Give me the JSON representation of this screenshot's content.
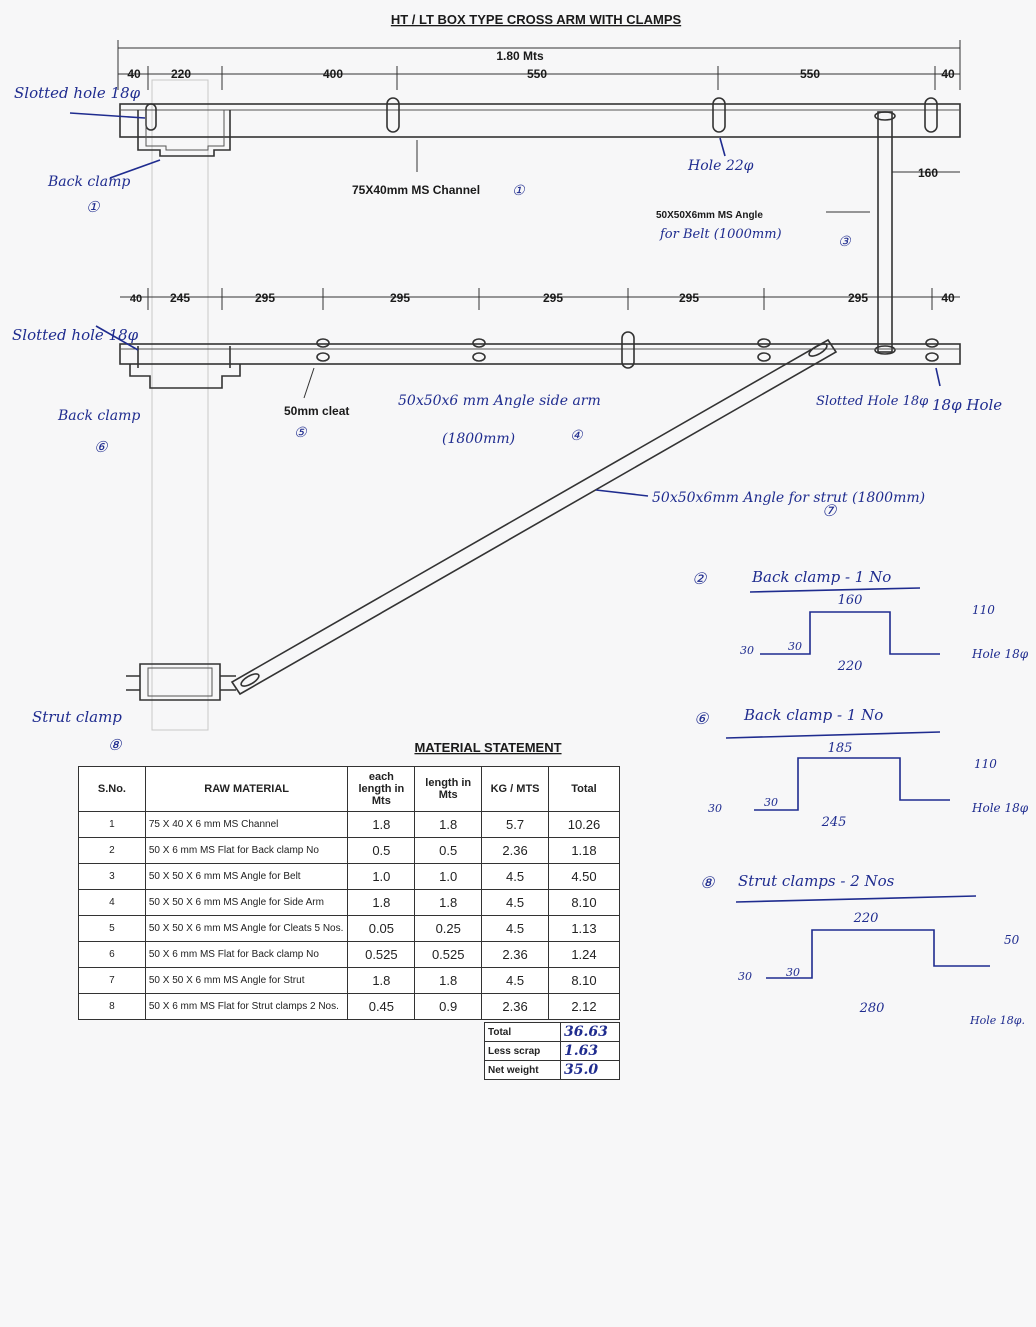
{
  "title": "HT / LT BOX TYPE CROSS ARM WITH CLAMPS",
  "top_arm": {
    "overall": "1.80 Mts",
    "dims": [
      "40",
      "220",
      "400",
      "550",
      "550",
      "40"
    ],
    "hole_label": "Hole 22φ",
    "slotted_label": "Slotted hole 18φ",
    "back_clamp_label": "Back clamp",
    "back_clamp_num": "①",
    "channel_label": "75X40mm MS Channel",
    "channel_num": "①",
    "dim_160": "160",
    "angle_label": "50X50X6mm MS Angle",
    "angle_hand": "for Belt (1000mm)",
    "angle_num": "③"
  },
  "side_arm": {
    "dims": [
      "40",
      "245",
      "295",
      "295",
      "295",
      "295",
      "295",
      "40"
    ],
    "slotted_label": "Slotted hole 18φ",
    "back_clamp_label": "Back clamp",
    "back_clamp_num": "⑥",
    "cleat_label": "50mm cleat",
    "cleat_num": "⑤",
    "angle_hand": "50x50x6 mm Angle side arm",
    "angle_len": "(1800mm)",
    "angle_num": "④",
    "slotted_right": "Slotted Hole 18φ",
    "hole_right": "18φ Hole"
  },
  "strut": {
    "label": "50x50x6mm Angle for strut (1800mm)",
    "num": "⑦",
    "clamp_label": "Strut clamp",
    "clamp_num": "⑧"
  },
  "clamp_details": [
    {
      "num": "②",
      "title": "Back clamp - 1 No",
      "top": "160",
      "bottom": "220",
      "flange_left": "30",
      "flange_right": "30",
      "height": "110",
      "hole": "Hole 18φ"
    },
    {
      "num": "⑥",
      "title": "Back clamp - 1 No",
      "top": "185",
      "bottom": "245",
      "flange_left": "30",
      "flange_right": "30",
      "height": "110",
      "hole": "Hole 18φ"
    },
    {
      "num": "⑧",
      "title": "Strut clamps - 2 Nos",
      "top": "220",
      "bottom": "280",
      "flange_left": "30",
      "flange_right": "30",
      "height": "50",
      "hole": "Hole 18φ."
    }
  ],
  "material_statement": {
    "title": "MATERIAL STATEMENT",
    "headers": [
      "S.No.",
      "RAW MATERIAL",
      "each length in Mts",
      "length in Mts",
      "KG / MTS",
      "Total"
    ],
    "rows": [
      [
        "1",
        "75 X 40 X 6 mm MS Channel",
        "1.8",
        "1.8",
        "5.7",
        "10.26"
      ],
      [
        "2",
        "50 X 6 mm MS Flat for Back clamp No",
        "0.5",
        "0.5",
        "2.36",
        "1.18"
      ],
      [
        "3",
        "50 X 50 X 6 mm MS Angle for Belt",
        "1.0",
        "1.0",
        "4.5",
        "4.50"
      ],
      [
        "4",
        "50 X 50 X 6 mm MS Angle for Side Arm",
        "1.8",
        "1.8",
        "4.5",
        "8.10"
      ],
      [
        "5",
        "50 X 50 X 6 mm MS Angle for Cleats 5 Nos.",
        "0.05",
        "0.25",
        "4.5",
        "1.13"
      ],
      [
        "6",
        "50 X 6 mm MS Flat for Back clamp No",
        "0.525",
        "0.525",
        "2.36",
        "1.24"
      ],
      [
        "7",
        "50 X 50 X 6 mm MS Angle for Strut",
        "1.8",
        "1.8",
        "4.5",
        "8.10"
      ],
      [
        "8",
        "50 X 6 mm MS Flat for Strut clamps 2 Nos.",
        "0.45",
        "0.9",
        "2.36",
        "2.12"
      ]
    ],
    "totals": [
      {
        "label": "Total",
        "value": "36.63"
      },
      {
        "label": "Less scrap",
        "value": "1.63"
      },
      {
        "label": "Net weight",
        "value": "35.0"
      }
    ]
  },
  "colors": {
    "ink": "#1f2c8f",
    "print": "#1a1a1a",
    "paper": "#f7f7f8"
  }
}
